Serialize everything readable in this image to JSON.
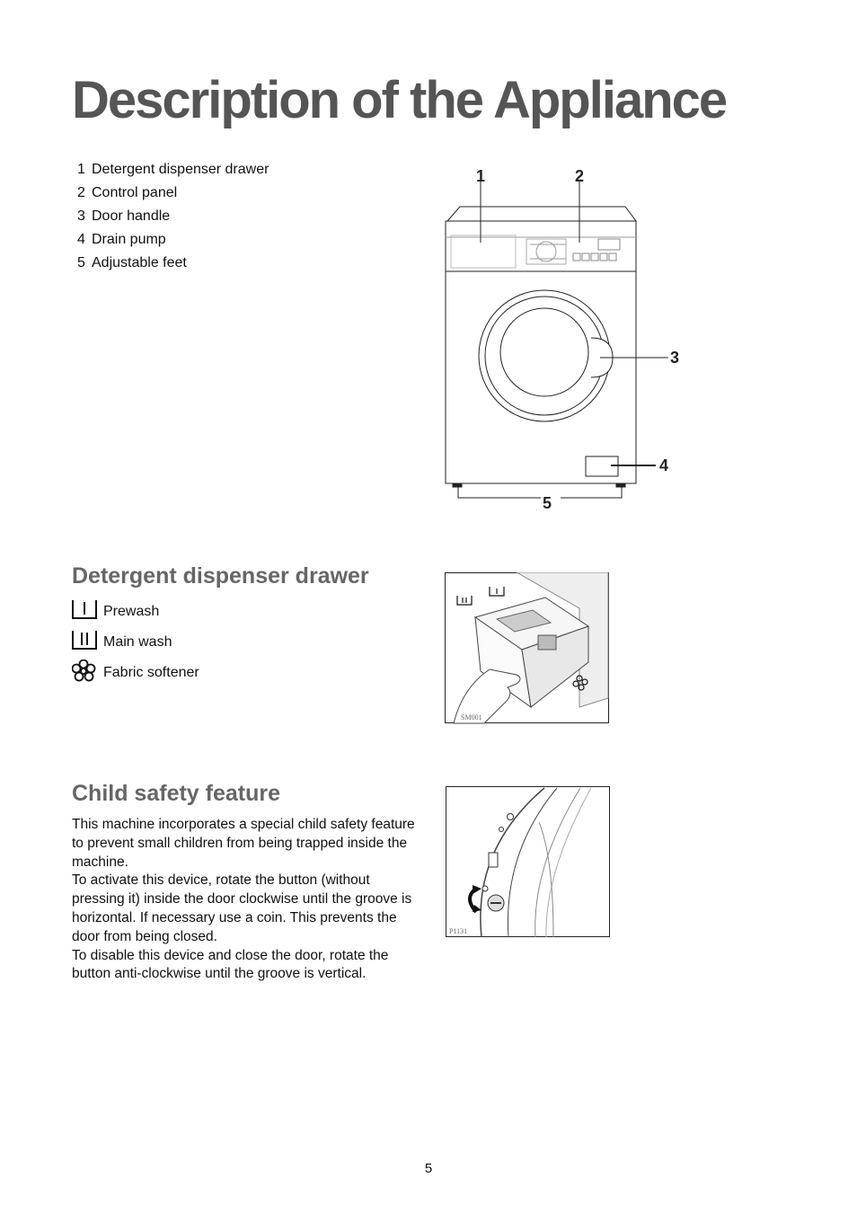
{
  "title": "Description of the Appliance",
  "parts": [
    {
      "num": "1",
      "label": "Detergent dispenser drawer"
    },
    {
      "num": "2",
      "label": "Control panel"
    },
    {
      "num": "3",
      "label": "Door handle"
    },
    {
      "num": "4",
      "label": "Drain pump"
    },
    {
      "num": "5",
      "label": "Adjustable feet"
    }
  ],
  "callouts": [
    "1",
    "2",
    "3",
    "4",
    "5"
  ],
  "detergent": {
    "heading": "Detergent dispenser drawer",
    "items": [
      {
        "icon": "prewash-icon",
        "label": "Prewash"
      },
      {
        "icon": "main-wash-icon",
        "label": "Main wash"
      },
      {
        "icon": "fabric-softener-icon",
        "label": "Fabric softener"
      }
    ],
    "figure_code": "SM001"
  },
  "child_safety": {
    "heading": "Child safety feature",
    "paragraphs": [
      "This machine incorporates a special child safety feature to prevent small children from being trapped inside the machine.",
      "To activate this device, rotate the button (without pressing it) inside the door clockwise until the groove is horizontal. If necessary use a coin. This prevents the door from being closed.",
      "To disable this device and close the door, rotate the button anti-clockwise until the groove is vertical."
    ],
    "figure_code": "P1131"
  },
  "page_number": "5"
}
